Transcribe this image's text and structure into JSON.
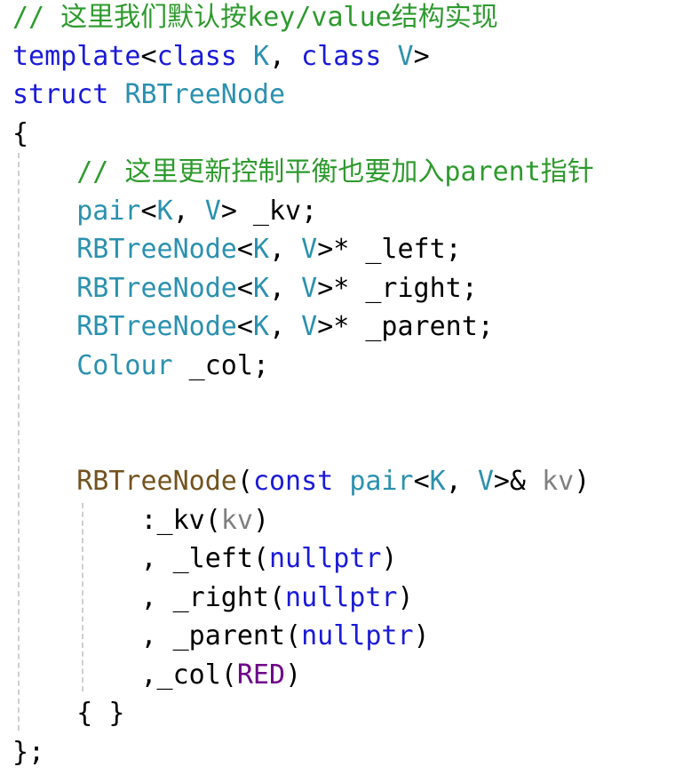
{
  "editor": {
    "lines": [
      [
        {
          "t": "// 这里我们默认按key/value结构实现",
          "c": "comment"
        }
      ],
      [
        {
          "t": "template",
          "c": "keyword"
        },
        {
          "t": "<",
          "c": "plain"
        },
        {
          "t": "class",
          "c": "keyword"
        },
        {
          "t": " ",
          "c": "plain"
        },
        {
          "t": "K",
          "c": "type"
        },
        {
          "t": ", ",
          "c": "plain"
        },
        {
          "t": "class",
          "c": "keyword"
        },
        {
          "t": " ",
          "c": "plain"
        },
        {
          "t": "V",
          "c": "type"
        },
        {
          "t": ">",
          "c": "plain"
        }
      ],
      [
        {
          "t": "struct",
          "c": "keyword"
        },
        {
          "t": " ",
          "c": "plain"
        },
        {
          "t": "RBTreeNode",
          "c": "type"
        }
      ],
      [
        {
          "t": "{",
          "c": "plain"
        }
      ],
      [
        {
          "t": "    ",
          "c": "plain"
        },
        {
          "t": "// 这里更新控制平衡也要加入parent指针",
          "c": "comment"
        }
      ],
      [
        {
          "t": "    ",
          "c": "plain"
        },
        {
          "t": "pair",
          "c": "type"
        },
        {
          "t": "<",
          "c": "plain"
        },
        {
          "t": "K",
          "c": "type"
        },
        {
          "t": ", ",
          "c": "plain"
        },
        {
          "t": "V",
          "c": "type"
        },
        {
          "t": "> _kv;",
          "c": "plain"
        }
      ],
      [
        {
          "t": "    ",
          "c": "plain"
        },
        {
          "t": "RBTreeNode",
          "c": "type"
        },
        {
          "t": "<",
          "c": "plain"
        },
        {
          "t": "K",
          "c": "type"
        },
        {
          "t": ", ",
          "c": "plain"
        },
        {
          "t": "V",
          "c": "type"
        },
        {
          "t": ">* _left;",
          "c": "plain"
        }
      ],
      [
        {
          "t": "    ",
          "c": "plain"
        },
        {
          "t": "RBTreeNode",
          "c": "type"
        },
        {
          "t": "<",
          "c": "plain"
        },
        {
          "t": "K",
          "c": "type"
        },
        {
          "t": ", ",
          "c": "plain"
        },
        {
          "t": "V",
          "c": "type"
        },
        {
          "t": ">* _right;",
          "c": "plain"
        }
      ],
      [
        {
          "t": "    ",
          "c": "plain"
        },
        {
          "t": "RBTreeNode",
          "c": "type"
        },
        {
          "t": "<",
          "c": "plain"
        },
        {
          "t": "K",
          "c": "type"
        },
        {
          "t": ", ",
          "c": "plain"
        },
        {
          "t": "V",
          "c": "type"
        },
        {
          "t": ">* _parent;",
          "c": "plain"
        }
      ],
      [
        {
          "t": "    ",
          "c": "plain"
        },
        {
          "t": "Colour",
          "c": "type"
        },
        {
          "t": " _col;",
          "c": "plain"
        }
      ],
      [],
      [],
      [
        {
          "t": "    ",
          "c": "plain"
        },
        {
          "t": "RBTreeNode",
          "c": "func"
        },
        {
          "t": "(",
          "c": "plain"
        },
        {
          "t": "const",
          "c": "keyword"
        },
        {
          "t": " ",
          "c": "plain"
        },
        {
          "t": "pair",
          "c": "type"
        },
        {
          "t": "<",
          "c": "plain"
        },
        {
          "t": "K",
          "c": "type"
        },
        {
          "t": ", ",
          "c": "plain"
        },
        {
          "t": "V",
          "c": "type"
        },
        {
          "t": ">& ",
          "c": "plain"
        },
        {
          "t": "kv",
          "c": "param"
        },
        {
          "t": ")",
          "c": "plain"
        }
      ],
      [
        {
          "t": "        :_kv(",
          "c": "plain"
        },
        {
          "t": "kv",
          "c": "param"
        },
        {
          "t": ")",
          "c": "plain"
        }
      ],
      [
        {
          "t": "        , _left(",
          "c": "plain"
        },
        {
          "t": "nullptr",
          "c": "keyword"
        },
        {
          "t": ")",
          "c": "plain"
        }
      ],
      [
        {
          "t": "        , _right(",
          "c": "plain"
        },
        {
          "t": "nullptr",
          "c": "keyword"
        },
        {
          "t": ")",
          "c": "plain"
        }
      ],
      [
        {
          "t": "        , _parent(",
          "c": "plain"
        },
        {
          "t": "nullptr",
          "c": "keyword"
        },
        {
          "t": ")",
          "c": "plain"
        }
      ],
      [
        {
          "t": "        ,_col(",
          "c": "plain"
        },
        {
          "t": "RED",
          "c": "macro"
        },
        {
          "t": ")",
          "c": "plain"
        }
      ],
      [
        {
          "t": "    { }",
          "c": "plain"
        }
      ],
      [
        {
          "t": "};",
          "c": "plain"
        }
      ]
    ]
  },
  "colors": {
    "comment": "#2e9a2e",
    "keyword": "#1a1ad8",
    "type": "#2b91af",
    "plain": "#000000",
    "param": "#808080",
    "func": "#74531f",
    "macro": "#6f008a",
    "guide": "#cfcfcf",
    "background": "#ffffff"
  }
}
